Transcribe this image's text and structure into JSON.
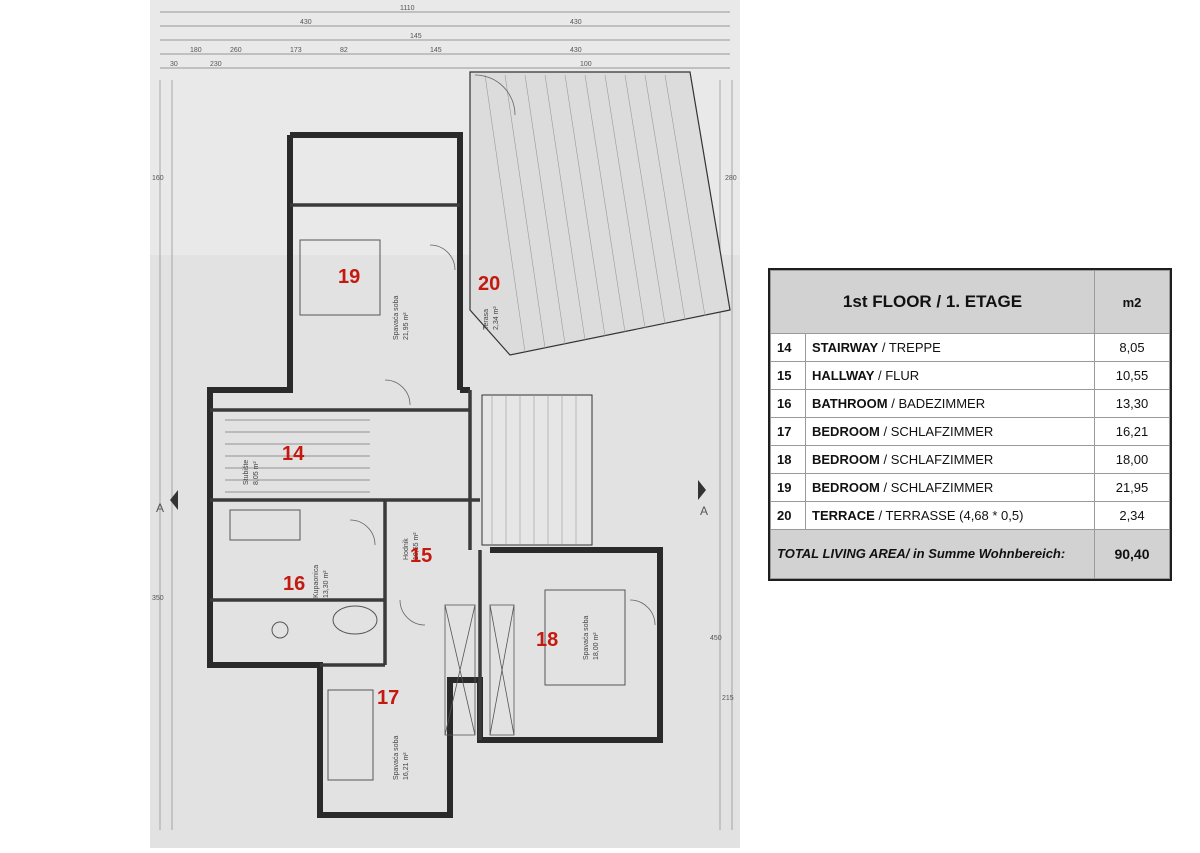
{
  "legend": {
    "title": "1st FLOOR / 1. ETAGE",
    "unit": "m2",
    "rows": [
      {
        "num": "14",
        "name_en": "STAIRWAY",
        "name_de": "TREPPE",
        "area": "8,05"
      },
      {
        "num": "15",
        "name_en": "HALLWAY",
        "name_de": "FLUR",
        "area": "10,55"
      },
      {
        "num": "16",
        "name_en": "BATHROOM",
        "name_de": "BADEZIMMER",
        "area": "13,30"
      },
      {
        "num": "17",
        "name_en": "BEDROOM",
        "name_de": "SCHLAFZIMMER",
        "area": "16,21"
      },
      {
        "num": "18",
        "name_en": "BEDROOM",
        "name_de": "SCHLAFZIMMER",
        "area": "18,00"
      },
      {
        "num": "19",
        "name_en": "BEDROOM",
        "name_de": "SCHLAFZIMMER",
        "area": "21,95"
      },
      {
        "num": "20",
        "name_en": "TERRACE",
        "name_de": "TERRASSE (4,68 * 0,5)",
        "area": "2,34"
      }
    ],
    "total_label": "TOTAL LIVING AREA/ in Summe Wohnbereich:",
    "total_value": "90,40"
  },
  "plan": {
    "room_numbers": [
      "19",
      "20",
      "14",
      "15",
      "16",
      "17",
      "18"
    ],
    "room_texts": {
      "stair": [
        "Stubište",
        "8,05 m²"
      ],
      "hall": [
        "Hodnik",
        "10,55 m²"
      ],
      "bath": [
        "Kupaonica",
        "13,30 m²"
      ],
      "bed17": [
        "Spavaća soba",
        "16,21 m²"
      ],
      "bed18": [
        "Spavaća soba",
        "18,00 m²"
      ],
      "bed19": [
        "Spavaća soba",
        "21,95 m²"
      ],
      "terrace": [
        "Terasa",
        "2,34 m²"
      ]
    },
    "section_markers": [
      "A",
      "A"
    ],
    "top_dimensions": [
      "1110",
      "430",
      "145",
      "430",
      "180",
      "260",
      "173",
      "82",
      "145",
      "430",
      "30",
      "230",
      "100"
    ],
    "side_dimensions": [
      "160",
      "350",
      "215",
      "450",
      "280",
      "160"
    ]
  }
}
